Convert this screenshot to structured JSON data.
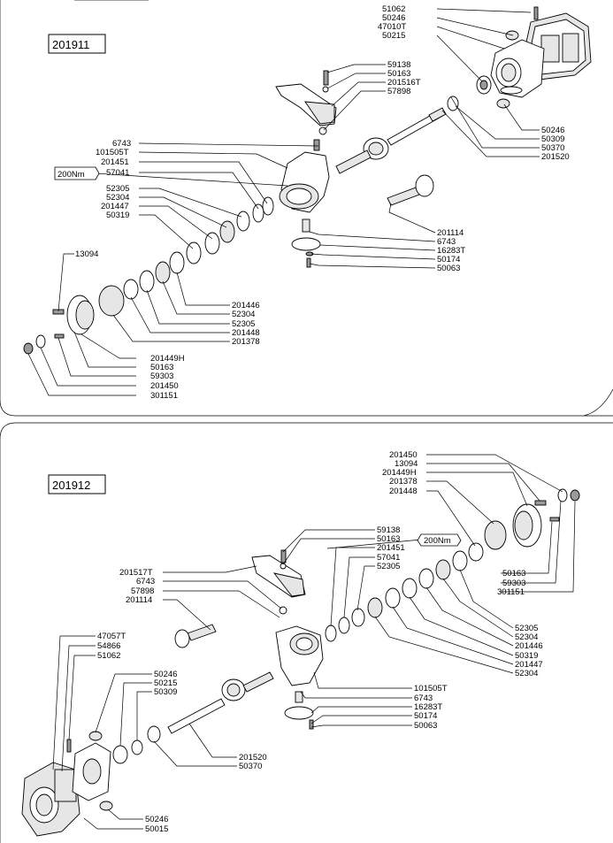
{
  "assembly_top": {
    "id": "201911",
    "torque": "200Nm",
    "labels": {
      "l51062": "51062",
      "l50246a": "50246",
      "l47010T": "47010T",
      "l50215": "50215",
      "l59138": "59138",
      "l50163a": "50163",
      "l201516T": "201516T",
      "l57898": "57898",
      "l50246b": "50246",
      "l50309": "50309",
      "l50370": "50370",
      "l201520": "201520",
      "l6743a": "6743",
      "l101505T": "101505T",
      "l201451": "201451",
      "l57041": "57041",
      "l52305a": "52305",
      "l52304a": "52304",
      "l201447": "201447",
      "l50319": "50319",
      "l201114": "201114",
      "l6743b": "6743",
      "l16283T": "16283T",
      "l50174": "50174",
      "l50063": "50063",
      "l13094": "13094",
      "l201446": "201446",
      "l52304b": "52304",
      "l52305b": "52305",
      "l201448": "201448",
      "l201378": "201378",
      "l201449H": "201449H",
      "l50163b": "50163",
      "l59303": "59303",
      "l201450": "201450",
      "l301151": "301151"
    }
  },
  "assembly_bottom": {
    "id": "201912",
    "torque": "200Nm",
    "labels": {
      "l201450": "201450",
      "l13094": "13094",
      "l201449H": "201449H",
      "l201378": "201378",
      "l201448": "201448",
      "l59138": "59138",
      "l50163a": "50163",
      "l201451": "201451",
      "l57041": "57041",
      "l52305a": "52305",
      "l201517T": "201517T",
      "l6743a": "6743",
      "l57898": "57898",
      "l201114": "201114",
      "l50163b": "50163",
      "l59303": "59303",
      "l301151": "301151",
      "l52305b": "52305",
      "l52304a": "52304",
      "l201446": "201446",
      "l50319": "50319",
      "l201447": "201447",
      "l52304b": "52304",
      "l47057T": "47057T",
      "l54866": "54866",
      "l51062": "51062",
      "l50246a": "50246",
      "l50215": "50215",
      "l50309": "50309",
      "l101505T": "101505T",
      "l6743b": "6743",
      "l16283T": "16283T",
      "l50174": "50174",
      "l50063": "50063",
      "l201520": "201520",
      "l50370": "50370",
      "l50246b": "50246",
      "l50015": "50015"
    }
  }
}
